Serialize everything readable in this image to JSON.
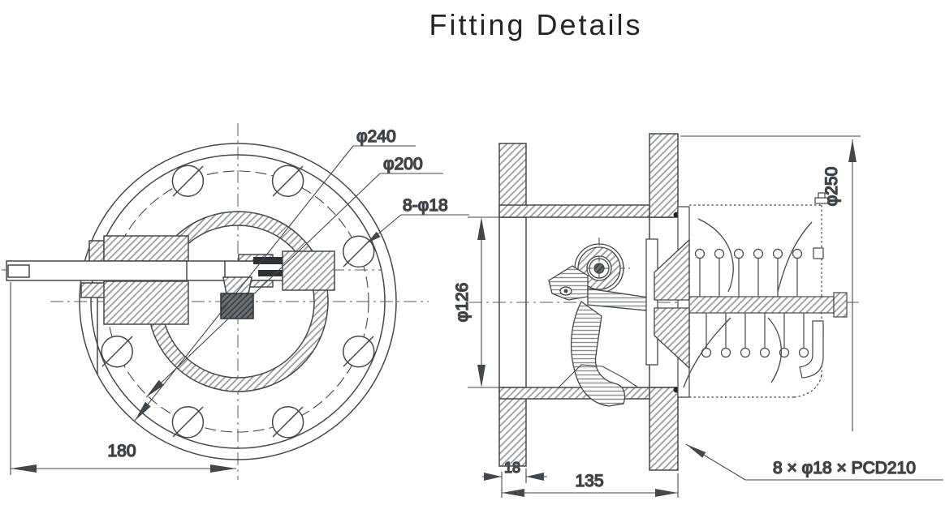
{
  "title": "Fitting Details",
  "front_view": {
    "flange_od_label": "φ240",
    "bolt_circle_label": "φ200",
    "bolt_holes_label": "8-φ18",
    "offset_label": "180"
  },
  "section_view": {
    "bore_label": "φ126",
    "flange_od_label": "φ250",
    "flange_thickness_label": "18",
    "face_to_face_label": "135",
    "bolt_spec_label": "8 × φ18 × PCD210"
  },
  "colors": {
    "line": "#43484d",
    "text": "#222527",
    "background": "#ffffff"
  }
}
